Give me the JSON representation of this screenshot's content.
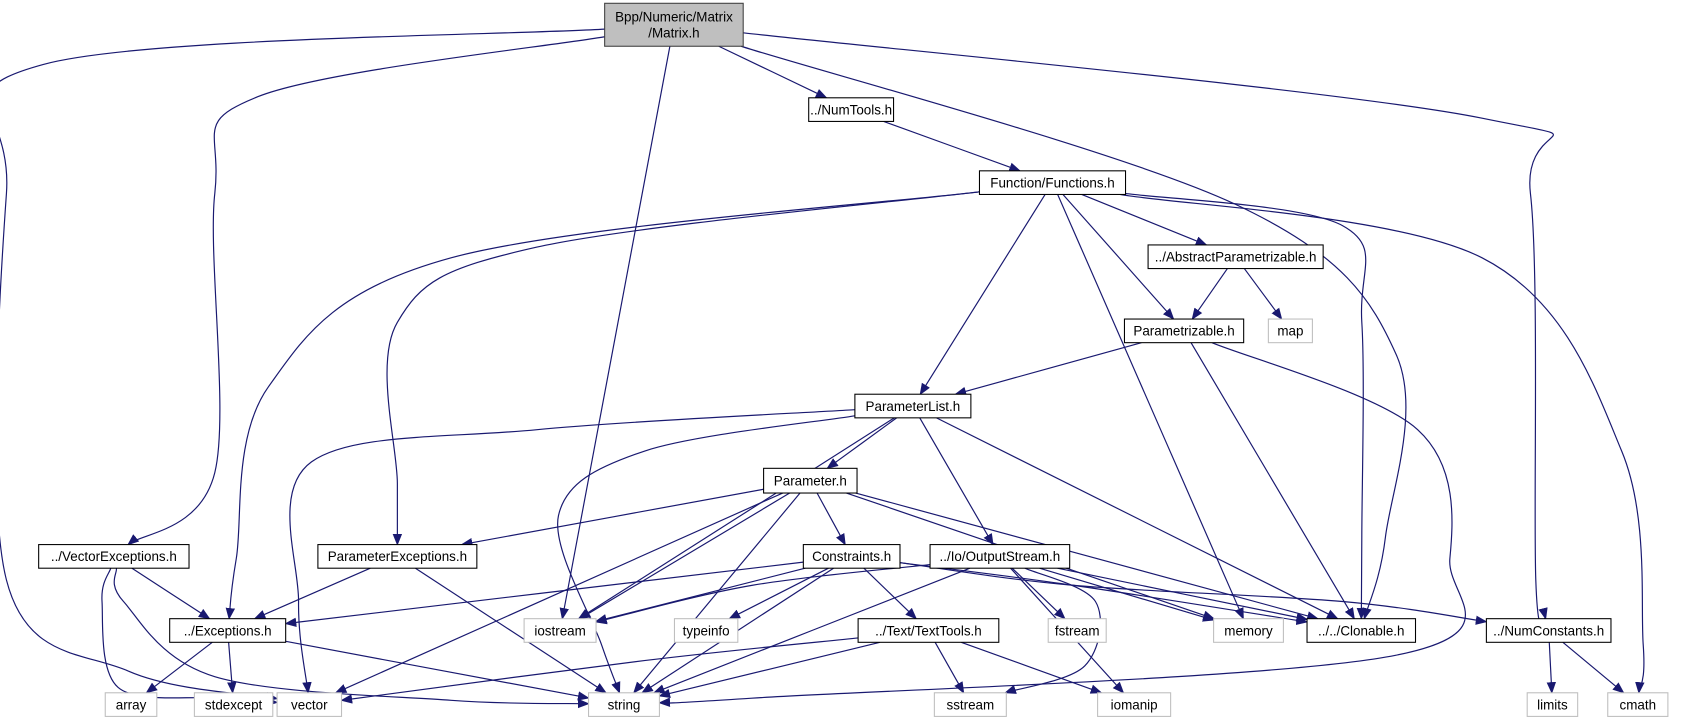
{
  "colors": {
    "edge": "#191970",
    "current_fill": "#bfbfbf",
    "current_border": "#404040",
    "project_border": "#000000",
    "system_border": "#bfbfbf"
  },
  "nodes": [
    {
      "id": "matrix",
      "label": [
        "Bpp/Numeric/Matrix",
        "/Matrix.h"
      ],
      "kind": "current"
    },
    {
      "id": "numtools",
      "label": [
        "../NumTools.h"
      ],
      "kind": "project"
    },
    {
      "id": "functions",
      "label": [
        "Function/Functions.h"
      ],
      "kind": "project"
    },
    {
      "id": "abstract",
      "label": [
        "../AbstractParametrizable.h"
      ],
      "kind": "project"
    },
    {
      "id": "parametrizable",
      "label": [
        "Parametrizable.h"
      ],
      "kind": "project"
    },
    {
      "id": "map",
      "label": [
        "map"
      ],
      "kind": "system"
    },
    {
      "id": "paramlist",
      "label": [
        "ParameterList.h"
      ],
      "kind": "project"
    },
    {
      "id": "parameter",
      "label": [
        "Parameter.h"
      ],
      "kind": "project"
    },
    {
      "id": "vecexc",
      "label": [
        "../VectorExceptions.h"
      ],
      "kind": "project"
    },
    {
      "id": "paramexc",
      "label": [
        "ParameterExceptions.h"
      ],
      "kind": "project"
    },
    {
      "id": "constraints",
      "label": [
        "Constraints.h"
      ],
      "kind": "project"
    },
    {
      "id": "outputstream",
      "label": [
        "../Io/OutputStream.h"
      ],
      "kind": "project"
    },
    {
      "id": "exceptions",
      "label": [
        "../Exceptions.h"
      ],
      "kind": "project"
    },
    {
      "id": "iostream",
      "label": [
        "iostream"
      ],
      "kind": "system"
    },
    {
      "id": "typeinfo",
      "label": [
        "typeinfo"
      ],
      "kind": "system"
    },
    {
      "id": "texttools",
      "label": [
        "../Text/TextTools.h"
      ],
      "kind": "project"
    },
    {
      "id": "fstream",
      "label": [
        "fstream"
      ],
      "kind": "system"
    },
    {
      "id": "memory",
      "label": [
        "memory"
      ],
      "kind": "system"
    },
    {
      "id": "clonable",
      "label": [
        "../../Clonable.h"
      ],
      "kind": "project"
    },
    {
      "id": "numconstants",
      "label": [
        "../NumConstants.h"
      ],
      "kind": "project"
    },
    {
      "id": "array",
      "label": [
        "array"
      ],
      "kind": "system"
    },
    {
      "id": "stdexcept",
      "label": [
        "stdexcept"
      ],
      "kind": "system"
    },
    {
      "id": "vector",
      "label": [
        "vector"
      ],
      "kind": "system"
    },
    {
      "id": "string",
      "label": [
        "string"
      ],
      "kind": "system"
    },
    {
      "id": "sstream",
      "label": [
        "sstream"
      ],
      "kind": "system"
    },
    {
      "id": "iomanip",
      "label": [
        "iomanip"
      ],
      "kind": "system"
    },
    {
      "id": "limits",
      "label": [
        "limits"
      ],
      "kind": "system"
    },
    {
      "id": "cmath",
      "label": [
        "cmath"
      ],
      "kind": "system"
    }
  ],
  "edges": [
    [
      "matrix",
      "vector"
    ],
    [
      "matrix",
      "vecexc"
    ],
    [
      "matrix",
      "iostream"
    ],
    [
      "matrix",
      "numtools"
    ],
    [
      "matrix",
      "clonable"
    ],
    [
      "matrix",
      "numconstants"
    ],
    [
      "numtools",
      "functions"
    ],
    [
      "functions",
      "exceptions"
    ],
    [
      "functions",
      "paramexc"
    ],
    [
      "functions",
      "paramlist"
    ],
    [
      "functions",
      "memory"
    ],
    [
      "functions",
      "parametrizable"
    ],
    [
      "functions",
      "abstract"
    ],
    [
      "functions",
      "clonable"
    ],
    [
      "functions",
      "cmath"
    ],
    [
      "abstract",
      "parametrizable"
    ],
    [
      "abstract",
      "map"
    ],
    [
      "parametrizable",
      "paramlist"
    ],
    [
      "parametrizable",
      "clonable"
    ],
    [
      "parametrizable",
      "string"
    ],
    [
      "paramlist",
      "vector"
    ],
    [
      "paramlist",
      "string"
    ],
    [
      "paramlist",
      "iostream"
    ],
    [
      "paramlist",
      "parameter"
    ],
    [
      "paramlist",
      "outputstream"
    ],
    [
      "paramlist",
      "clonable"
    ],
    [
      "parameter",
      "paramexc"
    ],
    [
      "parameter",
      "vector"
    ],
    [
      "parameter",
      "iostream"
    ],
    [
      "parameter",
      "string"
    ],
    [
      "parameter",
      "constraints"
    ],
    [
      "parameter",
      "memory"
    ],
    [
      "parameter",
      "clonable"
    ],
    [
      "vecexc",
      "exceptions"
    ],
    [
      "vecexc",
      "vector"
    ],
    [
      "vecexc",
      "string"
    ],
    [
      "paramexc",
      "exceptions"
    ],
    [
      "paramexc",
      "string"
    ],
    [
      "constraints",
      "exceptions"
    ],
    [
      "constraints",
      "iostream"
    ],
    [
      "constraints",
      "typeinfo"
    ],
    [
      "constraints",
      "string"
    ],
    [
      "constraints",
      "texttools"
    ],
    [
      "constraints",
      "clonable"
    ],
    [
      "constraints",
      "numconstants"
    ],
    [
      "outputstream",
      "iostream"
    ],
    [
      "outputstream",
      "string"
    ],
    [
      "outputstream",
      "fstream"
    ],
    [
      "outputstream",
      "sstream"
    ],
    [
      "outputstream",
      "iomanip"
    ],
    [
      "outputstream",
      "memory"
    ],
    [
      "outputstream",
      "clonable"
    ],
    [
      "exceptions",
      "array"
    ],
    [
      "exceptions",
      "stdexcept"
    ],
    [
      "exceptions",
      "string"
    ],
    [
      "texttools",
      "vector"
    ],
    [
      "texttools",
      "string"
    ],
    [
      "texttools",
      "sstream"
    ],
    [
      "texttools",
      "iomanip"
    ],
    [
      "numconstants",
      "limits"
    ],
    [
      "numconstants",
      "cmath"
    ]
  ]
}
